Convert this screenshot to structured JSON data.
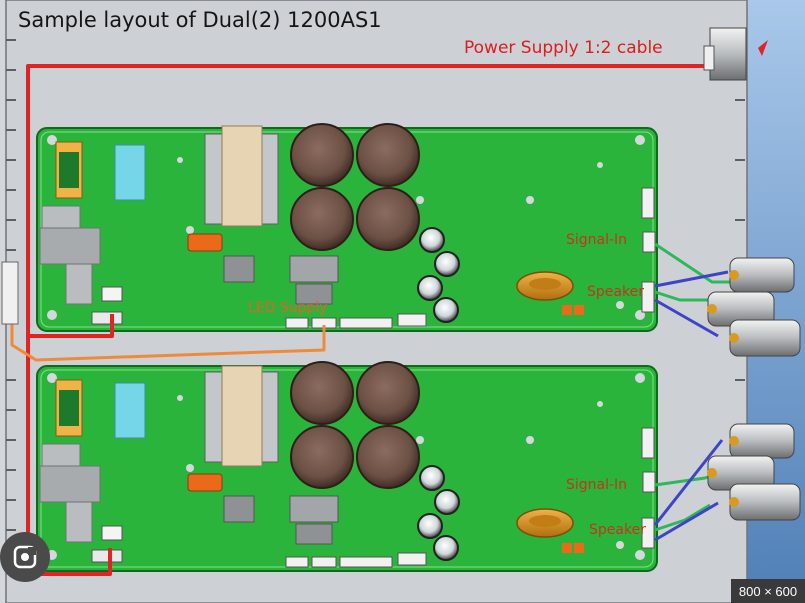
{
  "diagram": {
    "title": "Sample layout of Dual(2) 1200AS1",
    "power_supply_label": "Power Supply 1:2 cable",
    "led_supply_label": "LED Supply",
    "board1": {
      "signal_in_label": "Signal-In",
      "speaker_label": "Speaker"
    },
    "board2": {
      "signal_in_label": "Signal-In",
      "speaker_label": "Speaker"
    },
    "colors": {
      "power_cable": "#e02424",
      "led_cable": "#f08a3a",
      "signal_wire": "#2fb85a",
      "speaker_wire": "#3e44c8",
      "pcb": "#26b33a",
      "chassis": "#d6dade"
    }
  },
  "overlay": {
    "size_tag": "800 × 600",
    "lens_icon": "visual-search-icon"
  }
}
